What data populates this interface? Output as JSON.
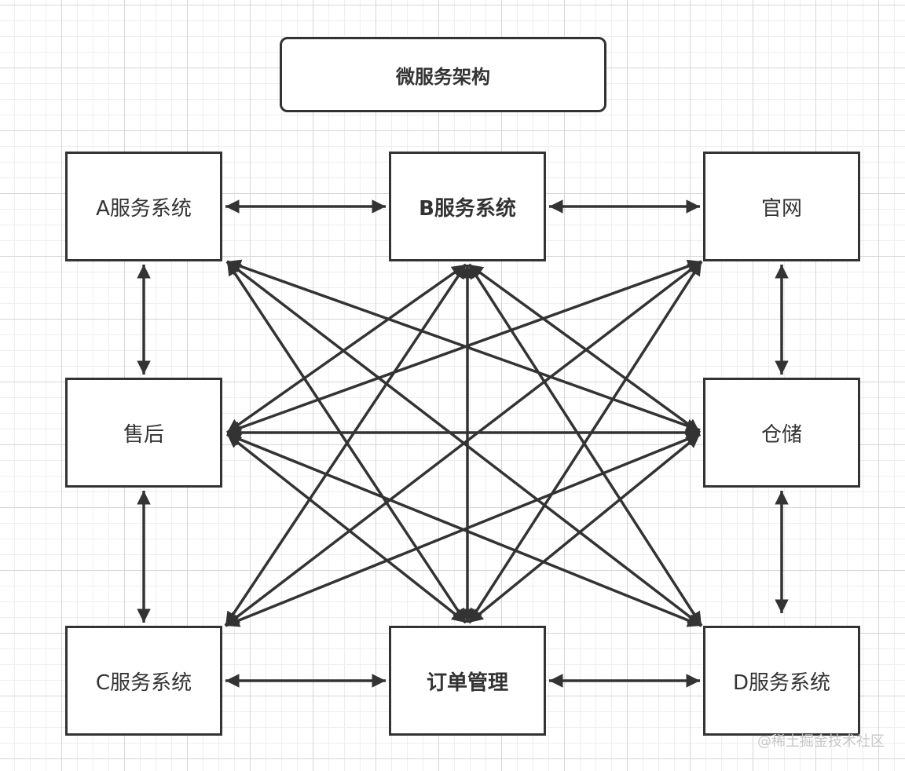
{
  "title": "微服务架构",
  "nodes": {
    "a_service": "A服务系统",
    "b_service": "B服务系统",
    "official_site": "官网",
    "after_sales": "售后",
    "warehouse": "仓储",
    "c_service": "C服务系统",
    "order_management": "订单管理",
    "d_service": "D服务系统"
  },
  "watermark": "@稀土掘金技术社区",
  "colors": {
    "stroke": "#333333",
    "grid_major": "#d6d6d6",
    "grid_minor": "#eeeeee",
    "watermark": "#c8c8c8"
  }
}
